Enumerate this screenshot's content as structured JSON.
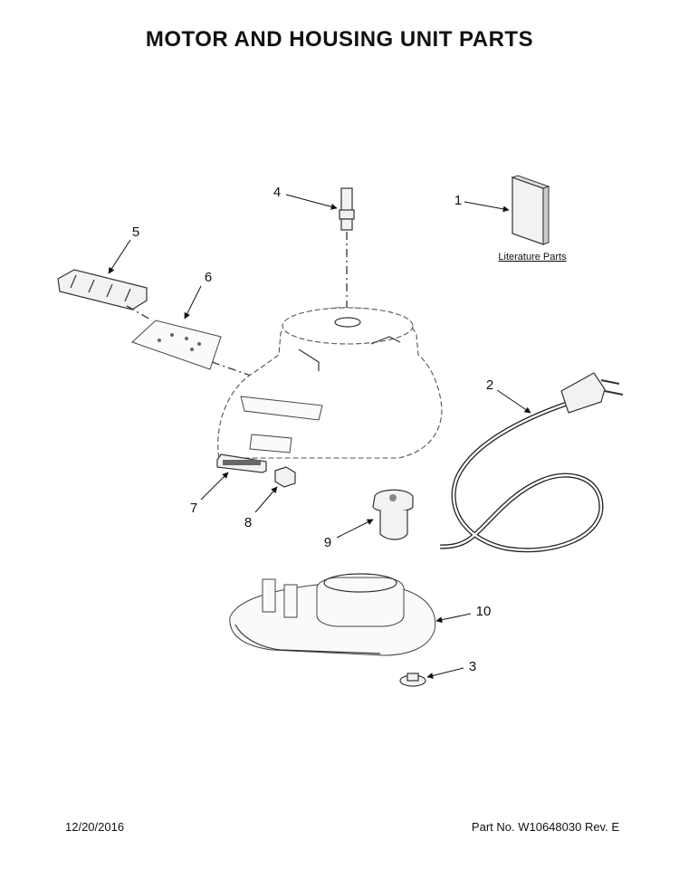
{
  "title": "MOTOR AND HOUSING UNIT PARTS",
  "footer": {
    "date": "12/20/2016",
    "part_number": "Part No.  W10648030  Rev.  E"
  },
  "literature_label": "Literature Parts",
  "callouts": [
    "1",
    "2",
    "3",
    "4",
    "5",
    "6",
    "7",
    "8",
    "9",
    "10"
  ]
}
